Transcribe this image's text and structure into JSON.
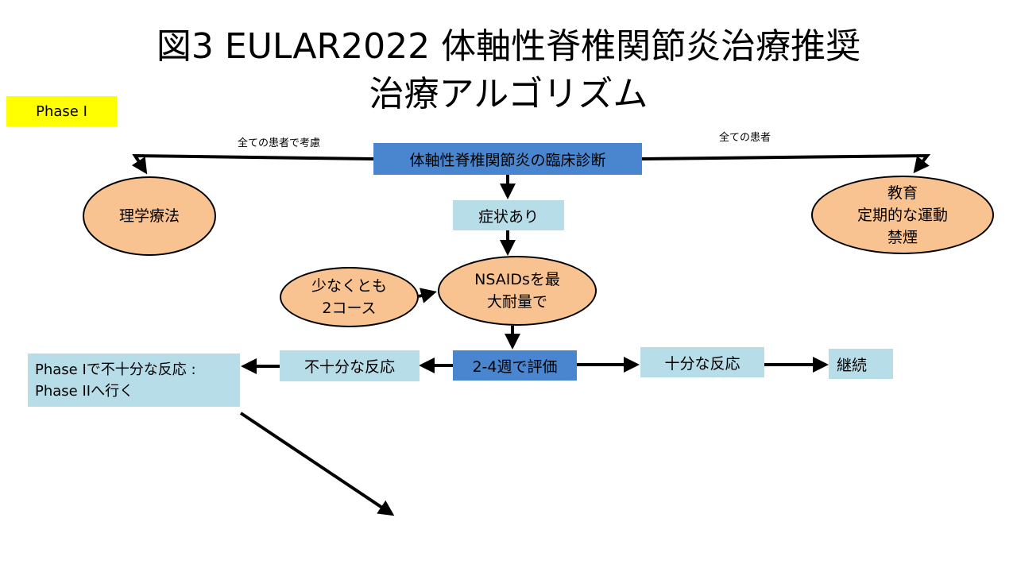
{
  "title": {
    "line1": "図3 EULAR2022 体軸性脊椎関節炎治療推奨",
    "line2": "治療アルゴリズム"
  },
  "phase_label": "Phase I",
  "colors": {
    "phase_bg": "#ffff00",
    "dark_box": "#4a86d0",
    "light_box": "#b7dde8",
    "ellipse_fill": "#f8c291"
  },
  "annotations": {
    "left": "全ての患者で考慮",
    "right": "全ての患者"
  },
  "nodes": {
    "diagnosis": "体軸性脊椎関節炎の臨床診断",
    "physio": "理学療法",
    "edu": [
      "教育",
      "定期的な運動",
      "禁煙"
    ],
    "symptoms": "症状あり",
    "two_course": [
      "少なくとも",
      "2コース"
    ],
    "nsaids": [
      "NSAIDsを最",
      "大耐量で"
    ],
    "evaluate": "2-4週で評価",
    "insufficient": "不十分な反応",
    "sufficient": "十分な反応",
    "continue": "継続",
    "phase2": [
      "Phase Iで不十分な反応 :",
      "Phase IIへ行く"
    ]
  }
}
